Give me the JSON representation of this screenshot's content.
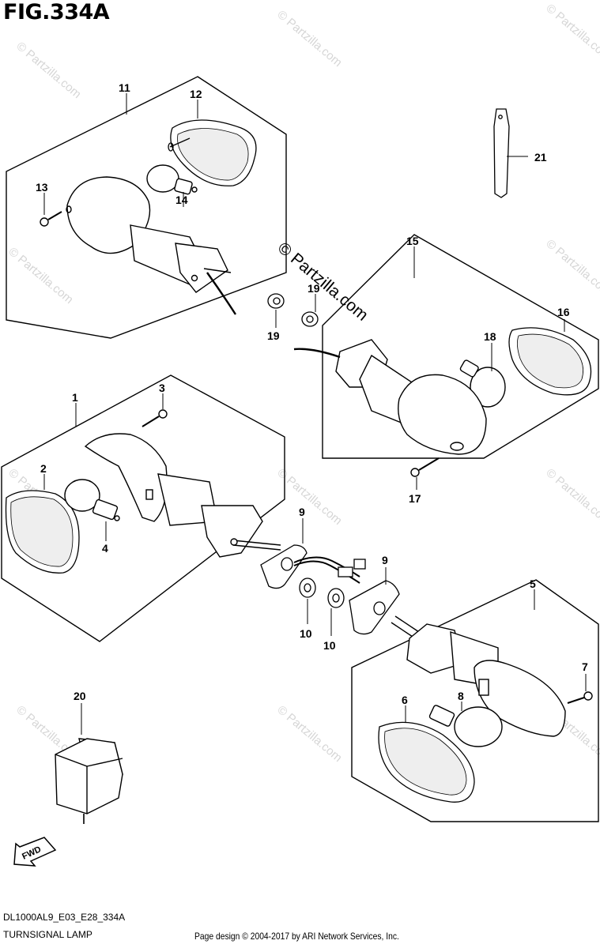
{
  "figure": {
    "title": "FIG.334A",
    "model_code": "DL1000AL9_E03_E28_334A",
    "section_name": "TURNSIGNAL LAMP",
    "credit": "Page design © 2004-2017 by ARI Network Services, Inc."
  },
  "watermark": {
    "text": "© Partzilla.com"
  },
  "arrow": {
    "text": "FWD"
  },
  "callouts": {
    "c1": "1",
    "c2": "2",
    "c3": "3",
    "c4": "4",
    "c5": "5",
    "c6": "6",
    "c7": "7",
    "c8": "8",
    "c9a": "9",
    "c9b": "9",
    "c10a": "10",
    "c10b": "10",
    "c11": "11",
    "c12": "12",
    "c13": "13",
    "c14": "14",
    "c15": "15",
    "c16": "16",
    "c17": "17",
    "c18": "18",
    "c19a": "19",
    "c19b": "19",
    "c20": "20",
    "c21": "21"
  }
}
